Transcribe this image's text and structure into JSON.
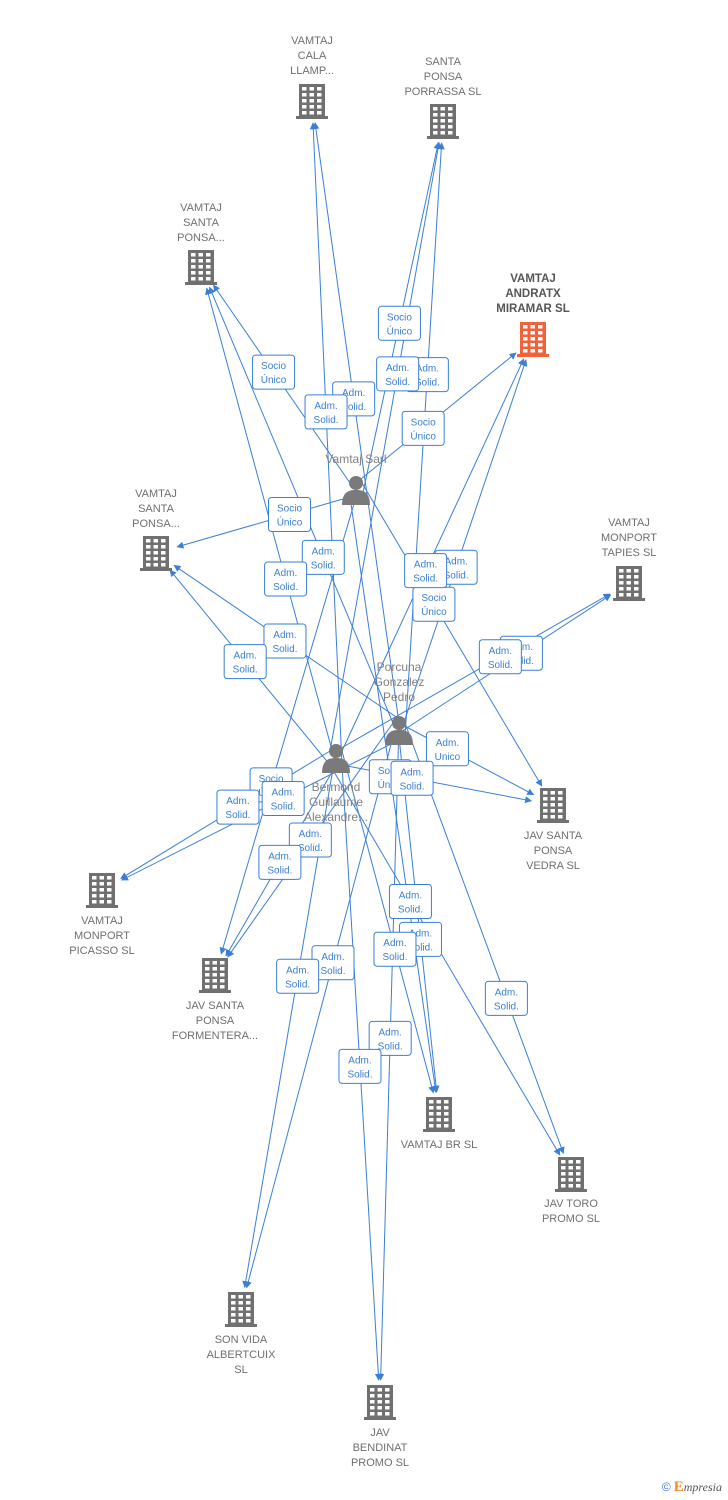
{
  "colors": {
    "edge": "#3a7fd5",
    "company": "#707070",
    "highlight": "#f0623a",
    "person": "#7a7a7a"
  },
  "companies": [
    {
      "id": "cala",
      "lines": [
        "VAMTAJ",
        "CALA",
        "LLAMP..."
      ]
    },
    {
      "id": "porrassa",
      "lines": [
        "SANTA",
        "PONSA",
        "PORRASSA  SL"
      ]
    },
    {
      "id": "ponsa1",
      "lines": [
        "VAMTAJ",
        "SANTA",
        "PONSA..."
      ]
    },
    {
      "id": "andratx",
      "lines": [
        "VAMTAJ",
        "ANDRATX",
        "MIRAMAR  SL"
      ],
      "highlight": true
    },
    {
      "id": "ponsa2",
      "lines": [
        "VAMTAJ",
        "SANTA",
        "PONSA..."
      ]
    },
    {
      "id": "tapies",
      "lines": [
        "VAMTAJ",
        "MONPORT",
        "TAPIES  SL"
      ]
    },
    {
      "id": "vedra",
      "lines": [
        "JAV SANTA",
        "PONSA",
        "VEDRA  SL"
      ]
    },
    {
      "id": "picasso",
      "lines": [
        "VAMTAJ",
        "MONPORT",
        "PICASSO  SL"
      ]
    },
    {
      "id": "formentera",
      "lines": [
        "JAV SANTA",
        "PONSA",
        "FORMENTERA..."
      ]
    },
    {
      "id": "br",
      "lines": [
        "VAMTAJ BR  SL"
      ]
    },
    {
      "id": "toro",
      "lines": [
        "JAV TORO",
        "PROMO  SL"
      ]
    },
    {
      "id": "sonvida",
      "lines": [
        "SON VIDA",
        "ALBERTCUIX",
        "SL"
      ]
    },
    {
      "id": "bendinat",
      "lines": [
        "JAV",
        "BENDINAT",
        "PROMO  SL"
      ]
    }
  ],
  "persons": [
    {
      "id": "vamtajsarl",
      "lines": [
        "Vamtaj Sarl"
      ]
    },
    {
      "id": "porcuna",
      "lines": [
        "Porcuna",
        "Gonzalez",
        "Pedro"
      ]
    },
    {
      "id": "bermond",
      "lines": [
        "Bermond",
        "Guillaume",
        "Alexandre..."
      ]
    }
  ],
  "edge_labels": [
    [
      "Adm.",
      "Solid."
    ],
    [
      "Socio",
      "Único"
    ],
    [
      "Adm.",
      "Unico"
    ]
  ],
  "edges": [
    {
      "from": "vamtajsarl",
      "to": "ponsa2",
      "label": 1
    },
    {
      "from": "vamtajsarl",
      "to": "andratx",
      "label": 1
    },
    {
      "from": "vamtajsarl",
      "to": "porrassa",
      "label": 1
    },
    {
      "from": "vamtajsarl",
      "to": "ponsa1",
      "label": 1
    },
    {
      "from": "vamtajsarl",
      "to": "formentera",
      "label": 1
    },
    {
      "from": "vamtajsarl",
      "to": "vedra",
      "label": 1
    },
    {
      "from": "vamtajsarl",
      "to": "br",
      "label": 1
    },
    {
      "from": "porcuna",
      "to": "cala",
      "label": 0
    },
    {
      "from": "porcuna",
      "to": "porrassa",
      "label": 0
    },
    {
      "from": "porcuna",
      "to": "ponsa1",
      "label": 0
    },
    {
      "from": "porcuna",
      "to": "andratx",
      "label": 0
    },
    {
      "from": "porcuna",
      "to": "ponsa2",
      "label": 0
    },
    {
      "from": "porcuna",
      "to": "tapies",
      "label": 0
    },
    {
      "from": "porcuna",
      "to": "vedra",
      "label": 2
    },
    {
      "from": "porcuna",
      "to": "picasso",
      "label": 0
    },
    {
      "from": "porcuna",
      "to": "formentera",
      "label": 0
    },
    {
      "from": "porcuna",
      "to": "br",
      "label": 0
    },
    {
      "from": "porcuna",
      "to": "toro",
      "label": 0
    },
    {
      "from": "porcuna",
      "to": "sonvida",
      "label": 0
    },
    {
      "from": "porcuna",
      "to": "bendinat",
      "label": 0
    },
    {
      "from": "bermond",
      "to": "cala",
      "label": 0
    },
    {
      "from": "bermond",
      "to": "porrassa",
      "label": 0
    },
    {
      "from": "bermond",
      "to": "ponsa1",
      "label": 0
    },
    {
      "from": "bermond",
      "to": "andratx",
      "label": 0
    },
    {
      "from": "bermond",
      "to": "ponsa2",
      "label": 0
    },
    {
      "from": "bermond",
      "to": "tapies",
      "label": 0
    },
    {
      "from": "bermond",
      "to": "vedra",
      "label": 0
    },
    {
      "from": "bermond",
      "to": "picasso",
      "label": 0
    },
    {
      "from": "bermond",
      "to": "formentera",
      "label": 0
    },
    {
      "from": "bermond",
      "to": "br",
      "label": 0
    },
    {
      "from": "bermond",
      "to": "toro",
      "label": 0
    },
    {
      "from": "bermond",
      "to": "sonvida",
      "label": 0
    },
    {
      "from": "bermond",
      "to": "bendinat",
      "label": 0
    }
  ],
  "credit": {
    "symbol": "©",
    "brand_initial": "E",
    "brand_rest": "mpresia"
  }
}
